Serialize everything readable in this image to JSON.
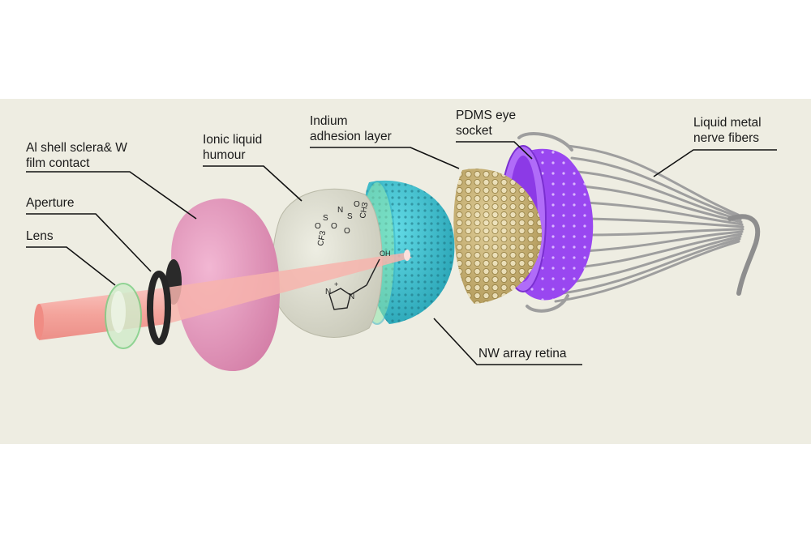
{
  "labels": {
    "al_shell": [
      "Al shell sclera& W",
      "film contact"
    ],
    "aperture": "Aperture",
    "lens": "Lens",
    "ionic_liquid": [
      "Ionic liquid",
      "humour"
    ],
    "indium": [
      "Indium",
      "adhesion layer"
    ],
    "pdms": [
      "PDMS eye",
      "socket"
    ],
    "liquid_metal": [
      "Liquid metal",
      "nerve fibers"
    ],
    "nw_array": "NW array retina"
  },
  "chemistry": {
    "anion": [
      "CF3",
      "O",
      "O",
      "S",
      "N",
      "S",
      "O",
      "O",
      "CH3"
    ],
    "cation": [
      "N",
      "N",
      "+",
      "OH"
    ]
  },
  "colors": {
    "panel_bg": "#eeede2",
    "beam": "#f6a7a0",
    "lens": "#cfe9c8",
    "shell": "#e79ac0",
    "humour": "#dcdccd",
    "retina": "#3ac3d2",
    "indium": "#c8b277",
    "socket": "#9b46f0",
    "fibers": "#a7a7a7"
  }
}
